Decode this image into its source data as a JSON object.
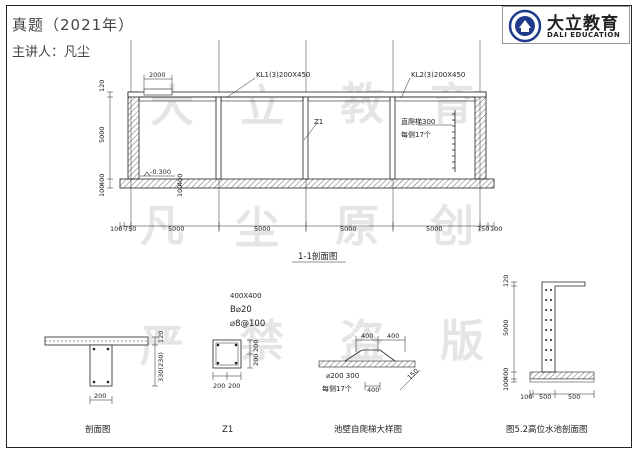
{
  "header": {
    "title": "真题（2021年）",
    "lecturer": "主讲人：凡尘"
  },
  "logo": {
    "name": "大立教育",
    "english": "DALI EDUCATION"
  },
  "watermark": [
    "大",
    "立",
    "教",
    "育",
    "凡",
    "尘",
    "原",
    "创",
    "严",
    "禁",
    "盗",
    "版"
  ],
  "section_1_1": {
    "caption": "1-1剖面图",
    "beam_left": "KL1(3)200X450",
    "beam_right": "KL2(3)200X450",
    "column": "Z1",
    "ladder_note_1": "直爬梯300",
    "ladder_note_2": "每侧17个",
    "top_span": "2000",
    "level": "-0.300",
    "height_dims": [
      "120",
      "5000",
      "100",
      "400"
    ],
    "bottom_dims": [
      "100",
      "750",
      "5000",
      "5000",
      "5000",
      "5000",
      "750",
      "100"
    ],
    "left_bottom_dims": [
      "100",
      "400"
    ]
  },
  "detail_section": {
    "caption": "剖面图",
    "dim_right": "120",
    "dim_height": "330(230)",
    "dim_width": "200"
  },
  "detail_z1": {
    "caption": "Z1",
    "size": "400X400",
    "rebar_main": "B⌀20",
    "rebar_stirrup": "⌀8@100",
    "dims_right": [
      "200",
      "200"
    ],
    "dims_bottom": [
      "200",
      "200"
    ]
  },
  "detail_ladder": {
    "caption": "池壁自爬梯大样图",
    "dim_a": "400",
    "dim_b": "400",
    "dim_c": "400",
    "rebar": "⌀200 300",
    "note": "每侧17个",
    "dim_slope": "150"
  },
  "detail_pool": {
    "caption": "图5.2高位水池剖面图",
    "dim_top": "120",
    "dim_height": "5000",
    "dim_base": [
      "100",
      "400"
    ],
    "dim_bottom": [
      "100",
      "500",
      "500"
    ]
  }
}
